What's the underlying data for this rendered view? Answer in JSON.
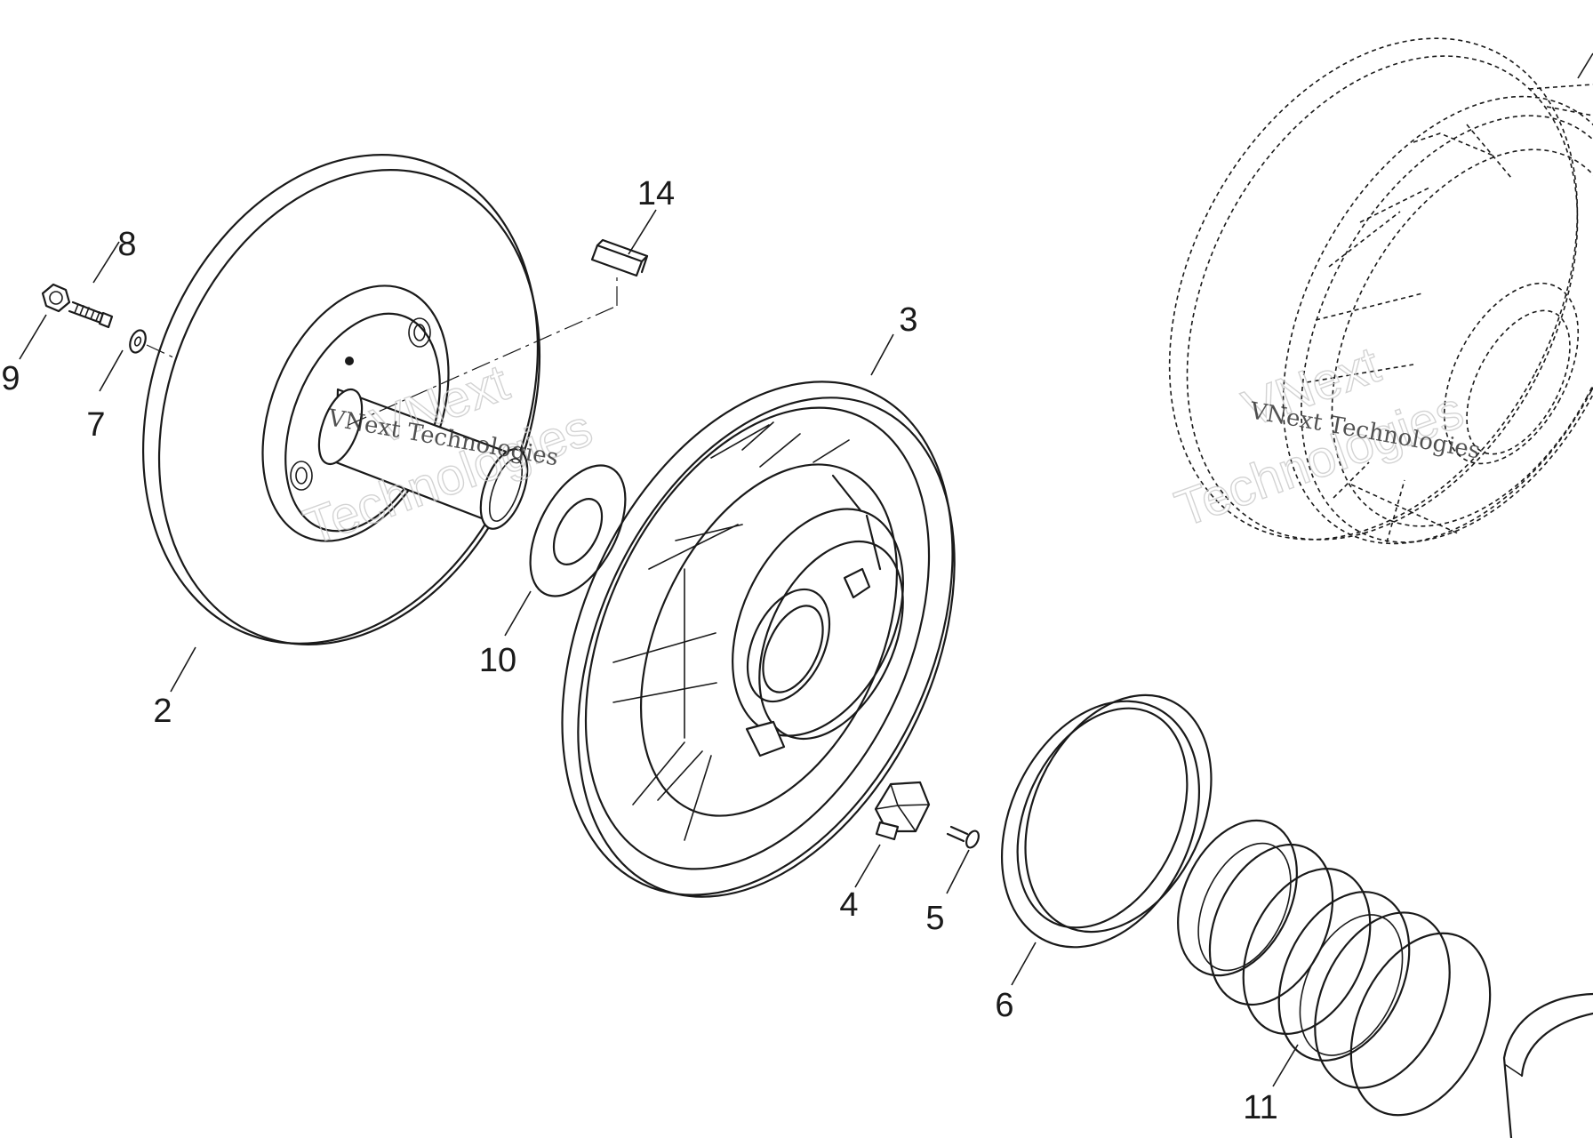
{
  "watermark": {
    "brand": "VNext",
    "line2": "Technologies",
    "text": "VNext Technologies"
  },
  "callouts": [
    {
      "id": "c2",
      "label": "2"
    },
    {
      "id": "c3",
      "label": "3"
    },
    {
      "id": "c4",
      "label": "4"
    },
    {
      "id": "c5",
      "label": "5"
    },
    {
      "id": "c6",
      "label": "6"
    },
    {
      "id": "c7",
      "label": "7"
    },
    {
      "id": "c8",
      "label": "8"
    },
    {
      "id": "c9",
      "label": "9"
    },
    {
      "id": "c10",
      "label": "10"
    },
    {
      "id": "c11",
      "label": "11"
    },
    {
      "id": "c14",
      "label": "14"
    }
  ]
}
